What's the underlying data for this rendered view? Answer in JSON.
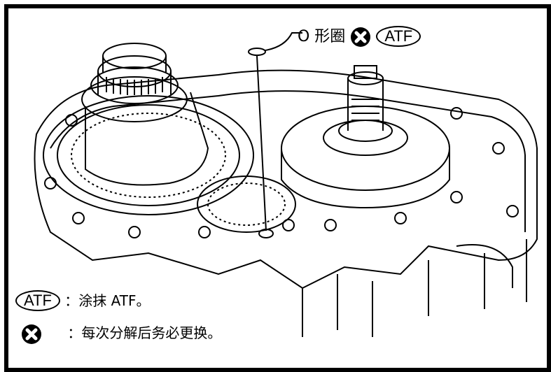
{
  "callout": {
    "part_label": "O 形圈",
    "atf_tag": "ATF"
  },
  "legend": [
    {
      "symbol_text": "ATF",
      "description": "：涂抹 ATF。"
    },
    {
      "symbol_icon": "replace-x-icon",
      "description": "：每次分解后务必更换。"
    }
  ],
  "colors": {
    "line": "#000000",
    "background": "#ffffff"
  }
}
